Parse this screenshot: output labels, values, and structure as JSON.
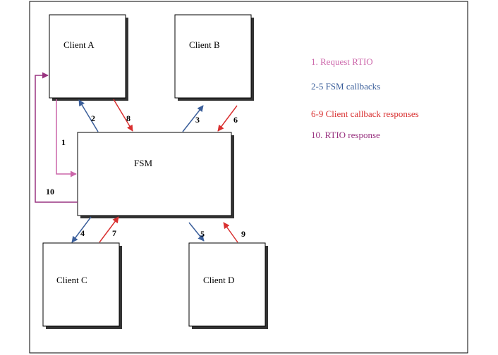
{
  "nodes": {
    "client_a": "Client A",
    "client_b": "Client B",
    "client_c": "Client C",
    "client_d": "Client D",
    "fsm": "FSM"
  },
  "edge_labels": {
    "e1": "1",
    "e2": "2",
    "e3": "3",
    "e4": "4",
    "e5": "5",
    "e6": "6",
    "e7": "7",
    "e8": "8",
    "e9": "9",
    "e10": "10"
  },
  "legend": {
    "item1": "1. Request RTIO",
    "item2": "2-5 FSM callbacks",
    "item3": "6-9 Client callback responses",
    "item4": "10. RTIO response"
  },
  "colors": {
    "request": "#cc66aa",
    "callback": "#3a5e9a",
    "response": "#d93030",
    "rtio_response": "#993380"
  }
}
